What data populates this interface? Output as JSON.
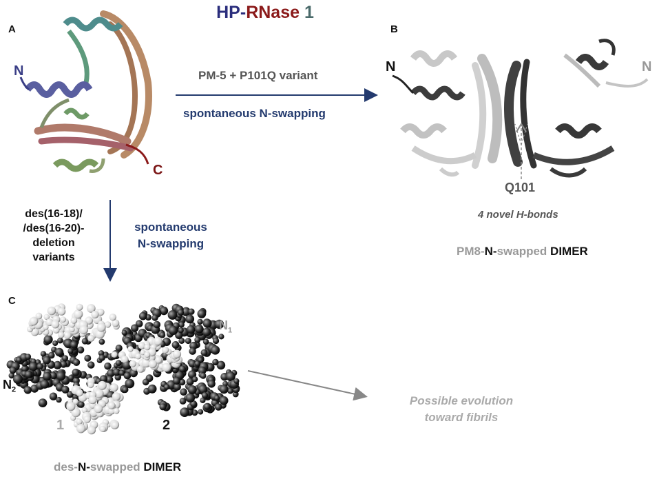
{
  "title": {
    "part1": "HP-",
    "part2": "RNase",
    "part3": " 1",
    "colors": {
      "part1": "#2a2d7c",
      "part2": "#8b1a1a",
      "part3": "#4a6a6a"
    }
  },
  "panels": {
    "a": {
      "letter": "A",
      "n_label": "N",
      "c_label": "C",
      "colors": {
        "n": "#3a3e86",
        "c": "#7a1414",
        "chain": "#ba8e6c"
      }
    },
    "b": {
      "letter": "B",
      "n_left": "N",
      "n_right": "N",
      "q101": "Q101",
      "hbonds": "4 novel H-bonds",
      "caption": {
        "part1": "PM8-",
        "part2": "N-",
        "part3": "swapped ",
        "part4": "DIMER"
      }
    },
    "c": {
      "letter": "C",
      "n1": "N",
      "n1_sub": "1",
      "n2": "N",
      "n2_sub": "2",
      "label_1": "1",
      "label_2": "2",
      "caption": {
        "part1": "des-",
        "part2": "N-",
        "part3": "swapped ",
        "part4": "DIMER"
      }
    }
  },
  "arrows": {
    "horizontal": {
      "top": "PM-5 + P101Q variant",
      "bottom": "spontaneous N-swapping"
    },
    "vertical": {
      "left_lines": [
        "des(16-18)/",
        "/des(16-20)-",
        "deletion",
        "variants"
      ],
      "right_lines": [
        "spontaneous",
        "N-swapping"
      ]
    },
    "evolution": {
      "lines": [
        "Possible evolution",
        "toward fibrils"
      ]
    }
  },
  "colors": {
    "navy": "#233a6e",
    "dark_gray": "#555555",
    "light_gray": "#9a9a9a",
    "black": "#111111"
  }
}
